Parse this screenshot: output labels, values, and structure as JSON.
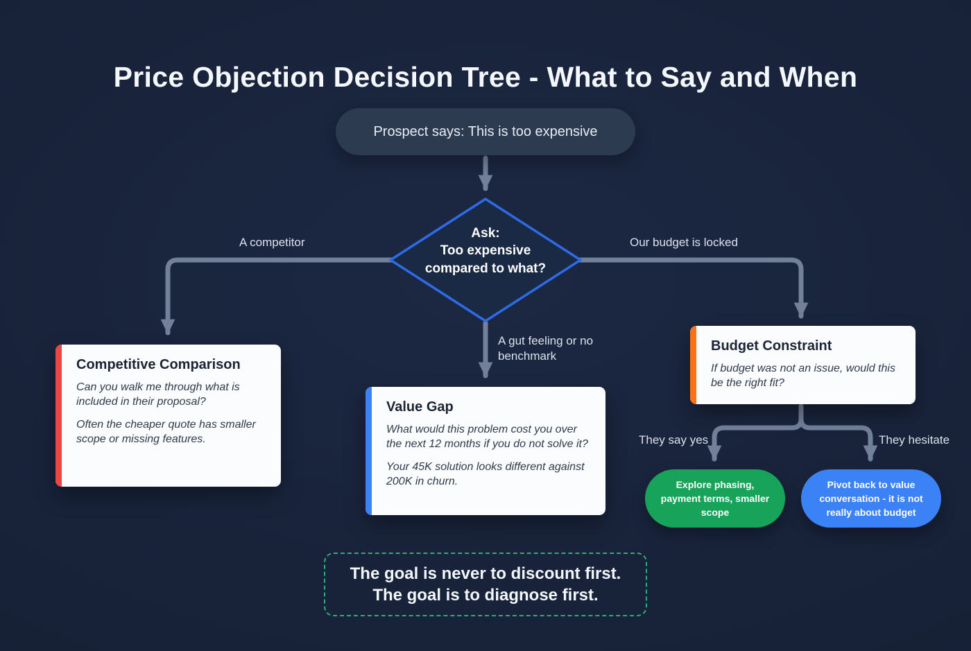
{
  "title": "Price Objection Decision Tree - What to Say and When",
  "start_node": {
    "label": "Prospect says: This is too expensive"
  },
  "decision_node": {
    "line1": "Ask:",
    "line2": "Too expensive compared to what?"
  },
  "branches": {
    "competitor": {
      "edge_label": "A competitor",
      "card": {
        "title": "Competitive Comparison",
        "paragraphs": [
          "Can you walk me through what is included in their proposal?",
          "Often the cheaper quote has smaller scope or missing features."
        ]
      }
    },
    "gut_feeling": {
      "edge_label": "A gut feeling or no benchmark",
      "card": {
        "title": "Value Gap",
        "paragraphs": [
          "What would this problem cost you over the next 12 months if you do not solve it?",
          "Your 45K solution looks different against 200K in churn."
        ]
      }
    },
    "budget": {
      "edge_label": "Our budget is locked",
      "card": {
        "title": "Budget Constraint",
        "paragraphs": [
          "If budget was not an issue, would this be the right fit?"
        ]
      },
      "outcomes": {
        "yes": {
          "edge_label": "They say yes",
          "label": "Explore phasing, payment terms, smaller scope"
        },
        "hesitate": {
          "edge_label": "They hesitate",
          "label": "Pivot back to value conversation - it is not really about budget"
        }
      }
    }
  },
  "footer_note": {
    "line1": "The goal is never to discount first.",
    "line2": "The goal is to diagnose first."
  },
  "colors": {
    "bg-center": "#1c2843",
    "bg-edge": "#131c2e",
    "line": "#73809a",
    "diamond-fill": "#1b2a44",
    "diamond-border": "#2e6be6",
    "start-bg": "#2d3b50",
    "accent-competitive": "#ee4444",
    "accent-value": "#3b82f6",
    "accent-budget": "#f97316",
    "pill-green": "#17a45a",
    "pill-blue": "#3b82f6",
    "footer-border": "#2fae7b"
  }
}
